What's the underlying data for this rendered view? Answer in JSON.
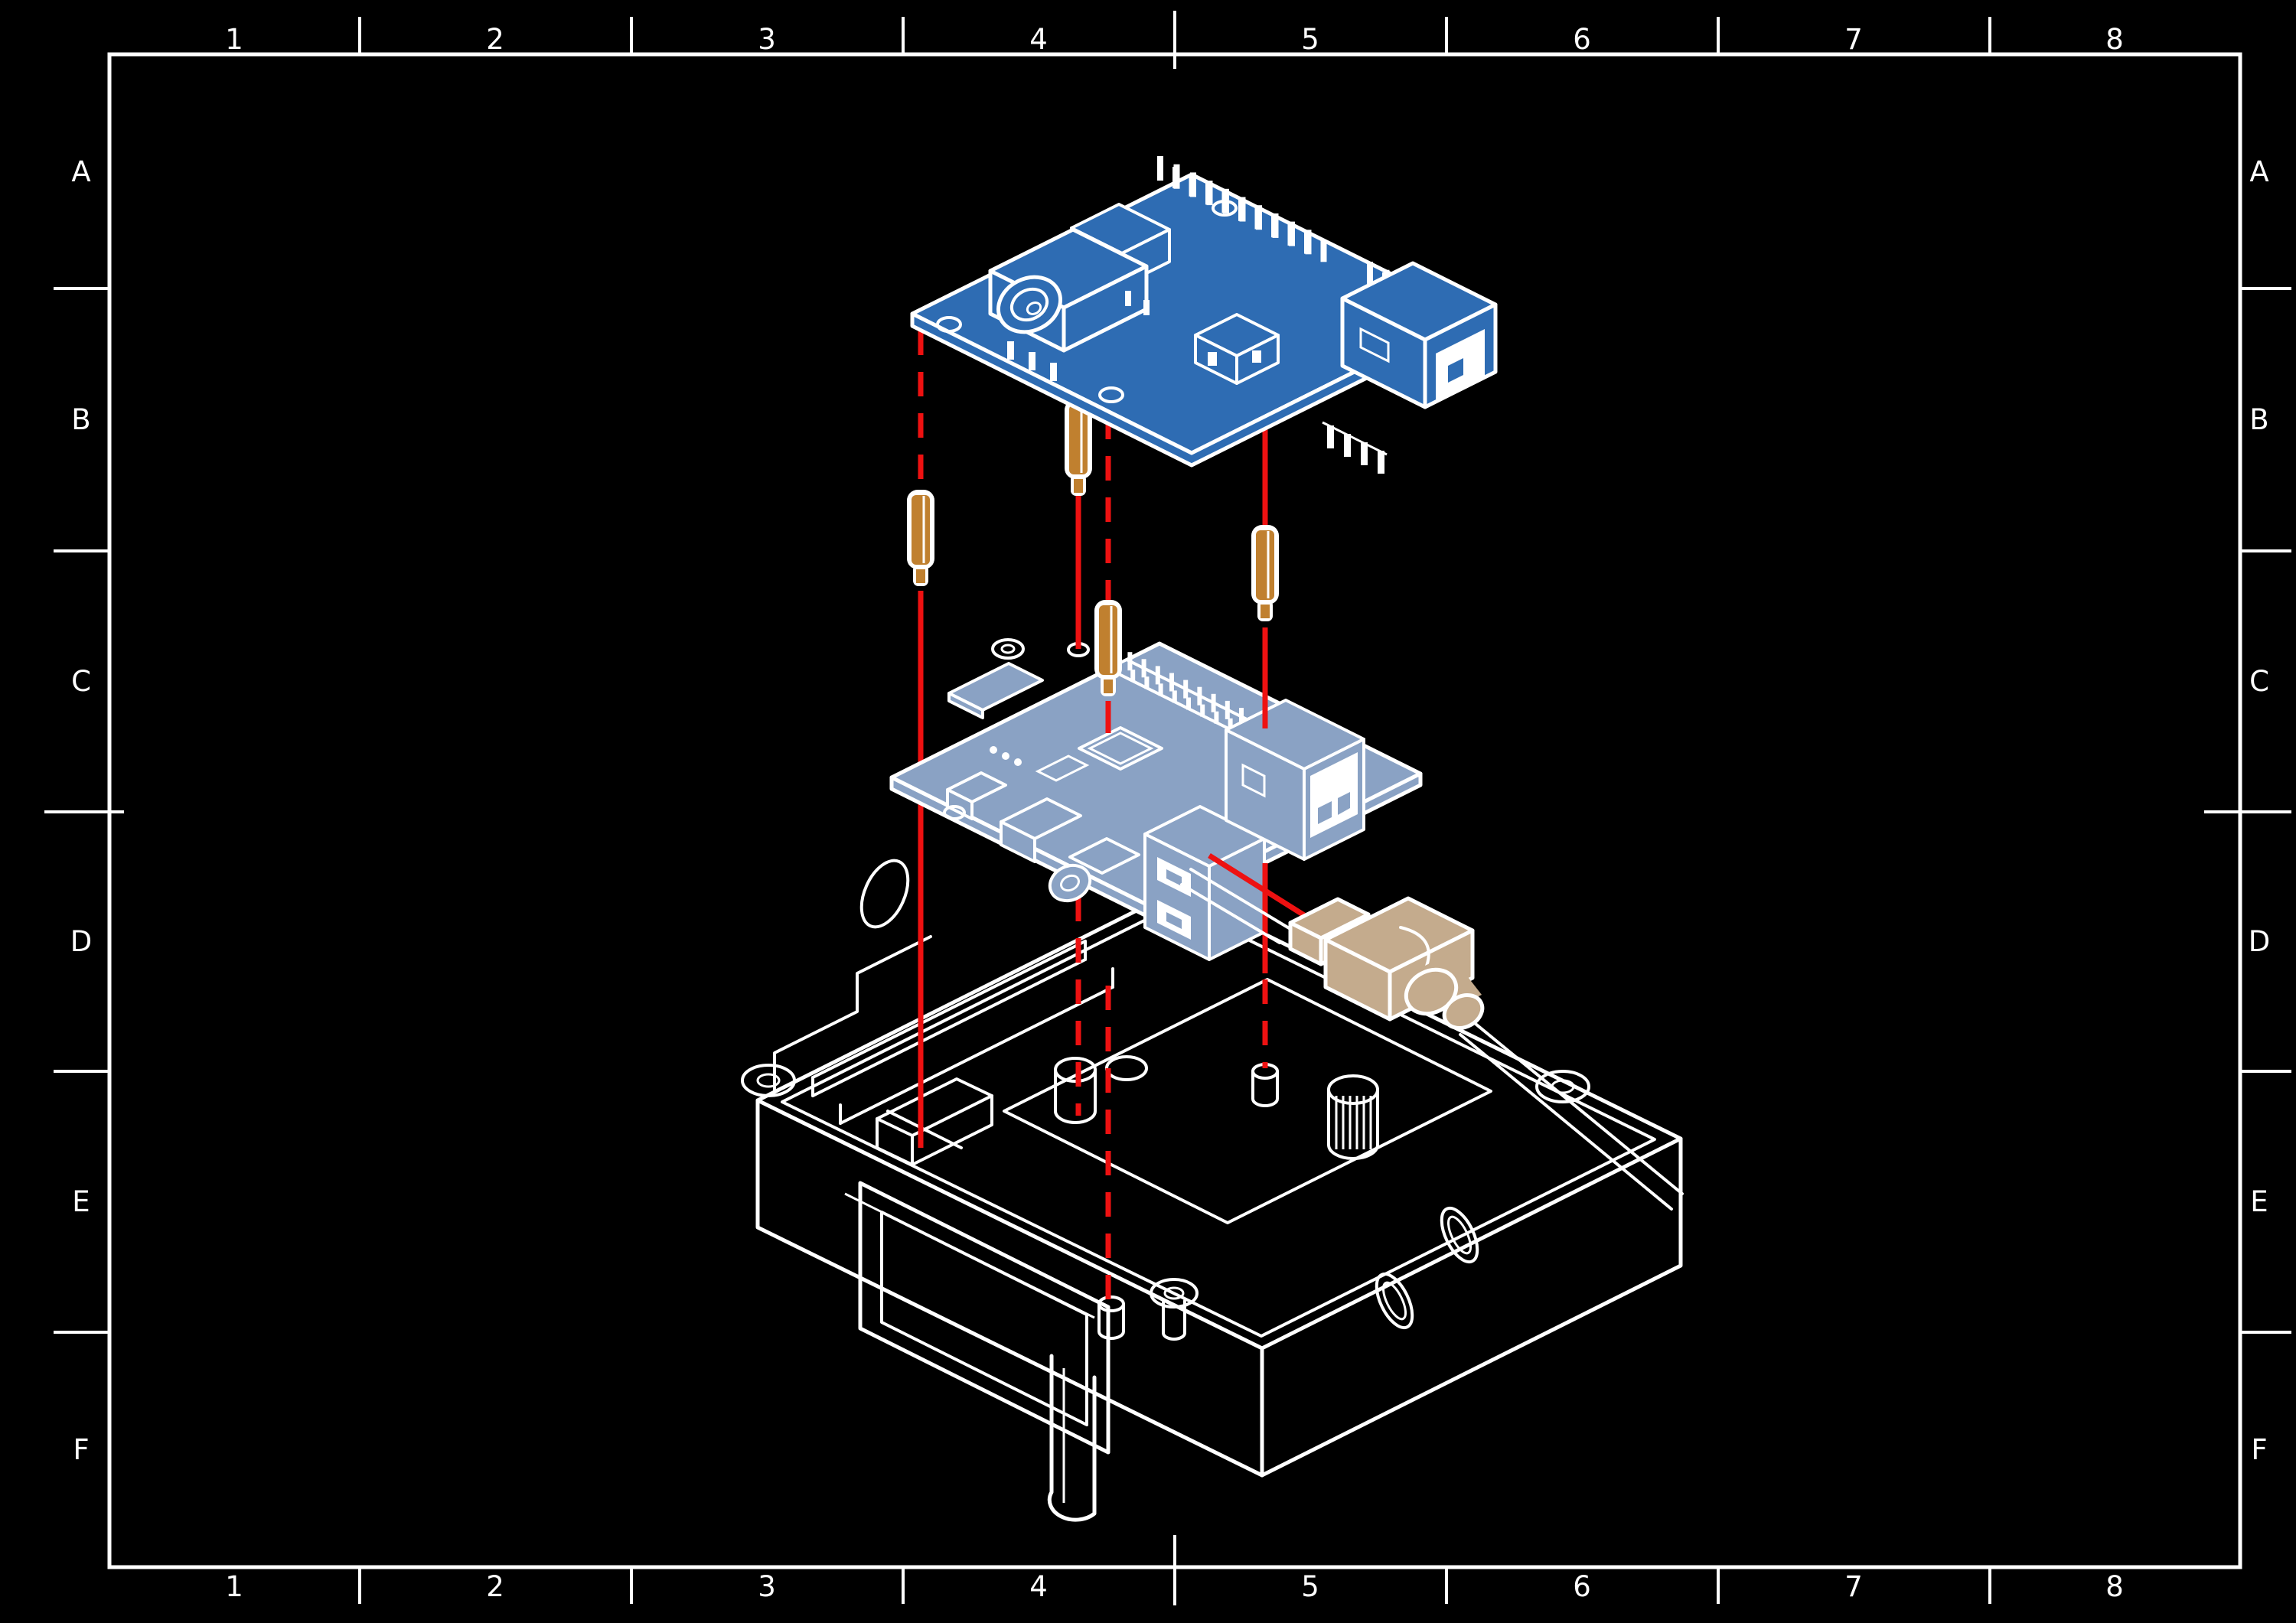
{
  "drawing": {
    "type": "exploded-assembly-technical-drawing",
    "background": "#000000",
    "grid": {
      "columns": [
        "1",
        "2",
        "3",
        "4",
        "5",
        "6",
        "7",
        "8"
      ],
      "rows": [
        "A",
        "B",
        "C",
        "D",
        "E",
        "F"
      ]
    },
    "colors": {
      "outline": "#ffffff",
      "hat_board": "#2e6cb3",
      "pi_board": "#8aa2c4",
      "standoff": "#c0802f",
      "connector": "#c4ab8d",
      "alignment_line": "#ee1111",
      "bg": "#000000"
    },
    "parts": [
      {
        "id": "hat-board",
        "kind": "blue add-on PCB with audio jack, pin headers, chip and modular jack"
      },
      {
        "id": "standoffs",
        "kind": "four brass hex standoffs with threaded studs"
      },
      {
        "id": "pi-board",
        "kind": "single-board computer with SD, GPIO, USB stack, ethernet"
      },
      {
        "id": "usb-plug",
        "kind": "tan USB connector with cable boot"
      },
      {
        "id": "enclosure",
        "kind": "open wireframe case with window, bosses, antenna stub"
      }
    ]
  }
}
